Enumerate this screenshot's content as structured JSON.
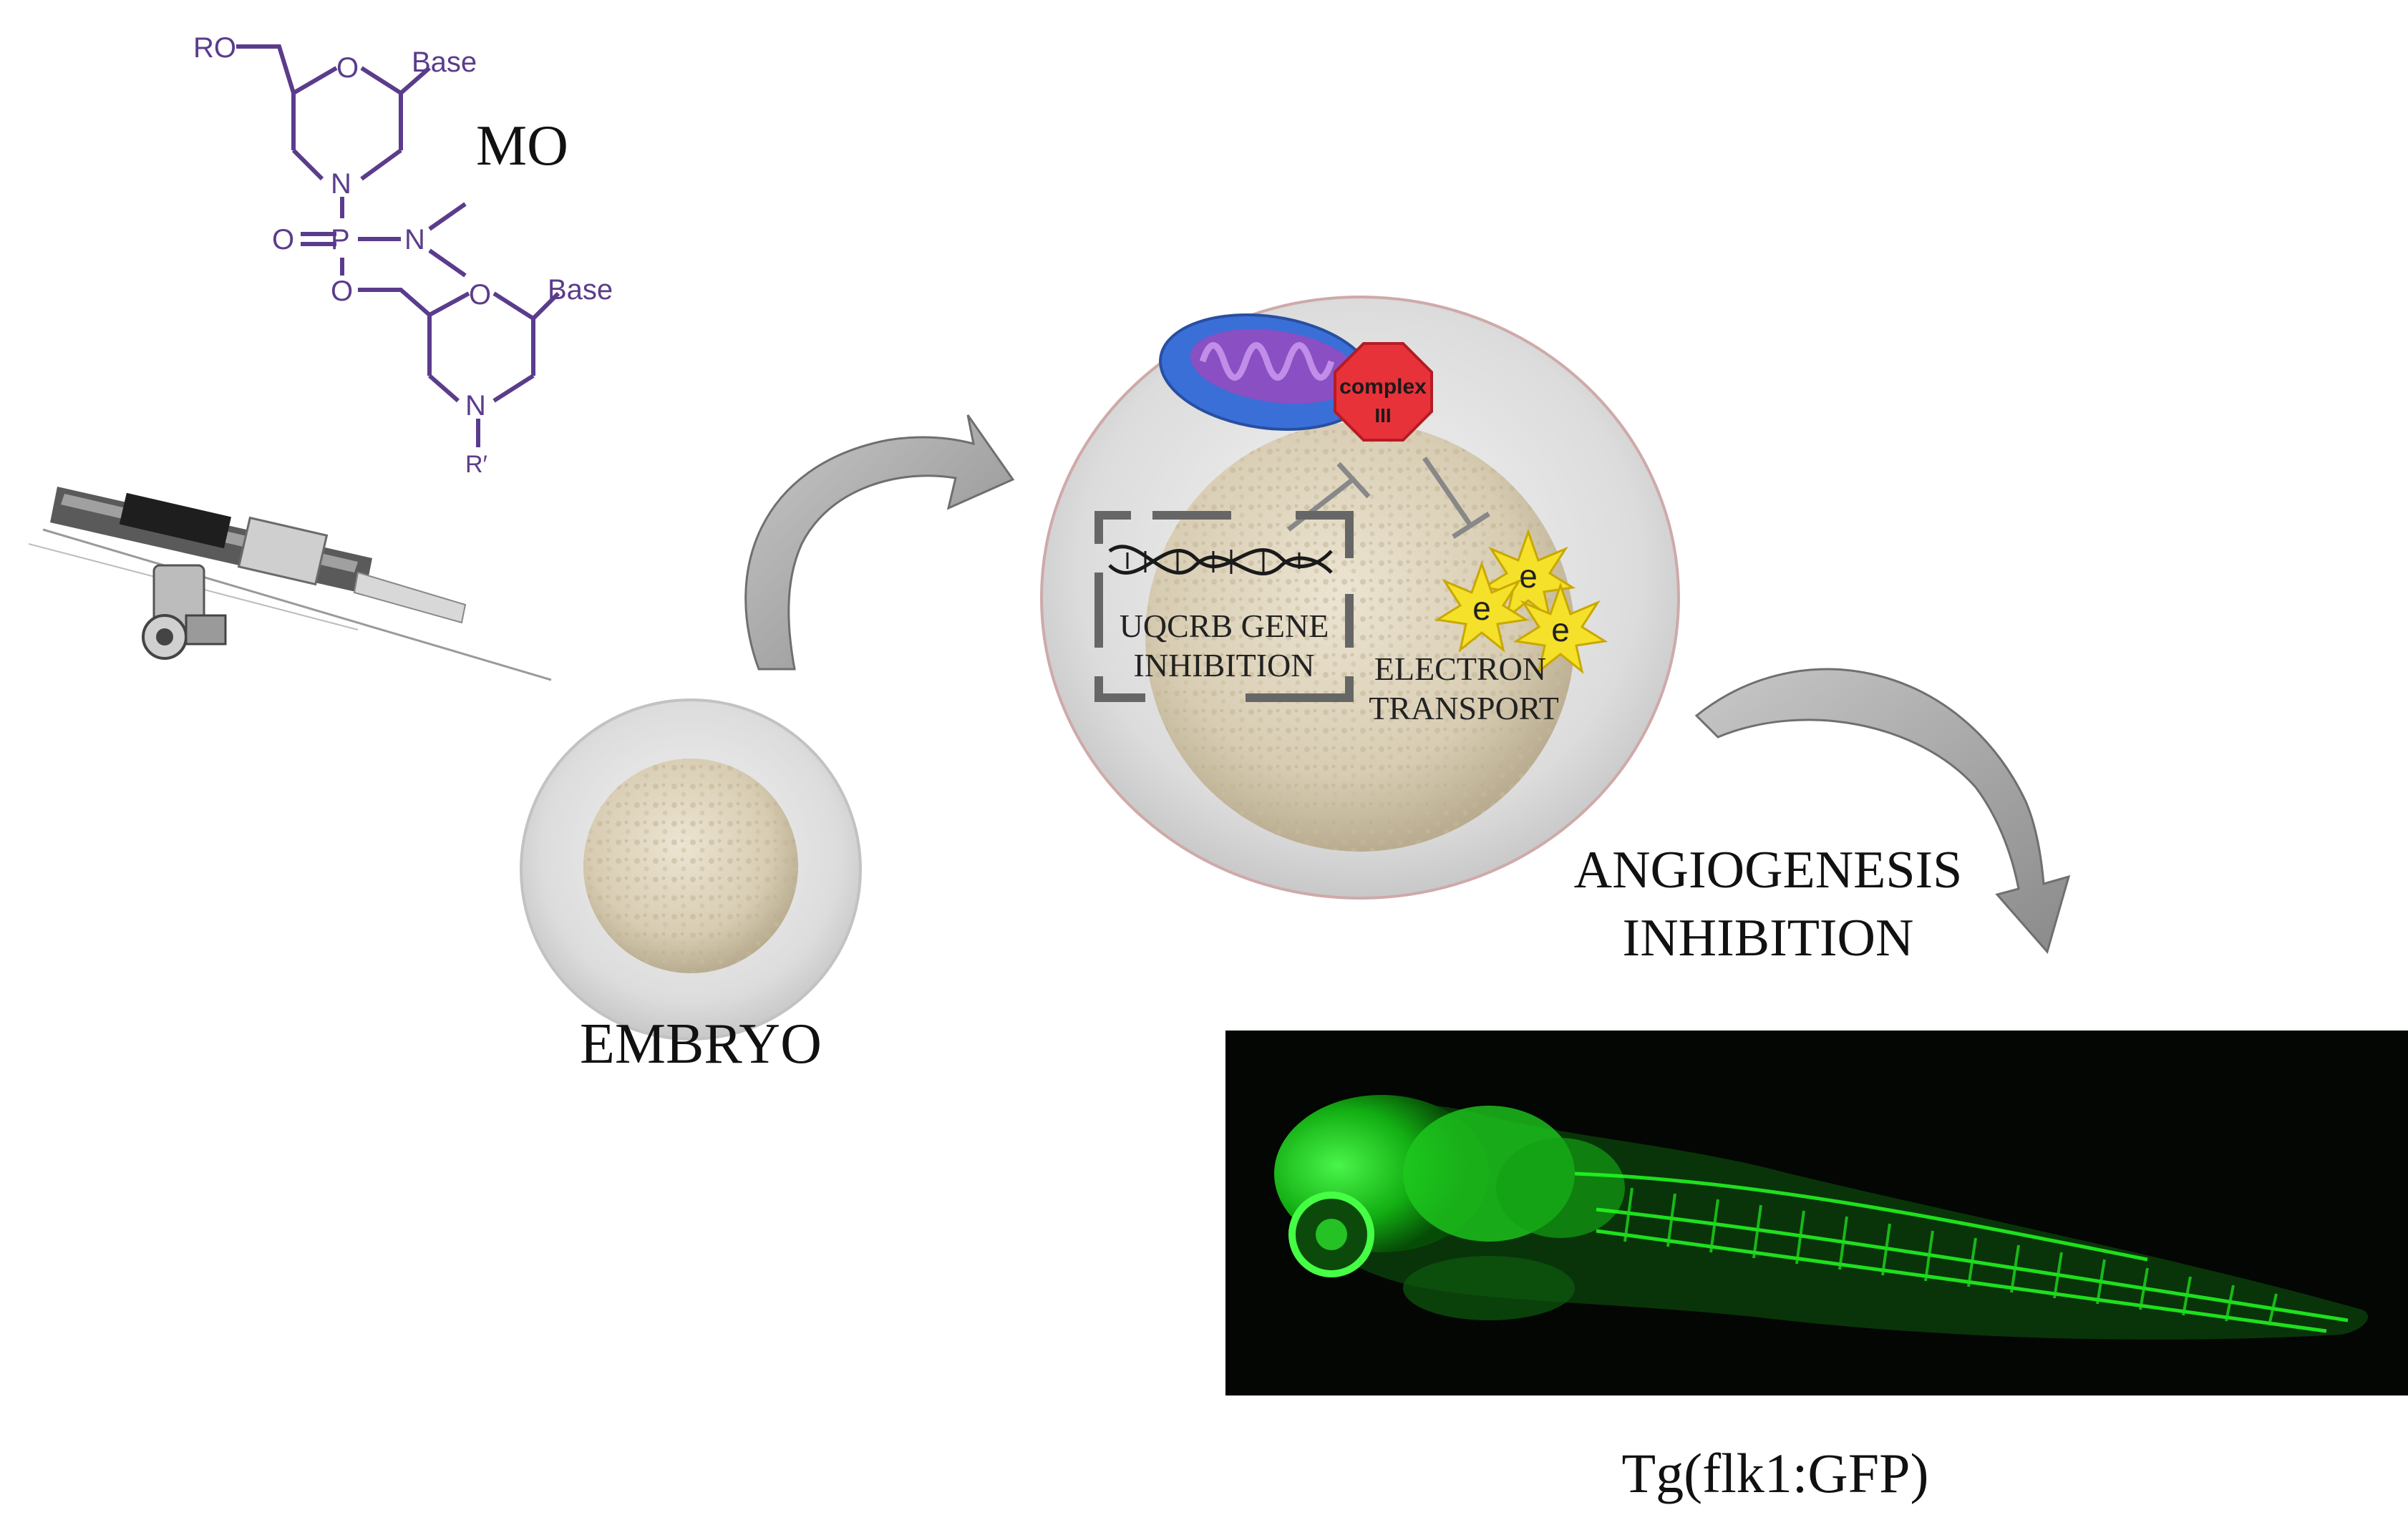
{
  "molecule": {
    "label": "MO",
    "atoms": {
      "ro": "RO",
      "base_top": "Base",
      "base_bottom": "Base",
      "o_ring_top": "O",
      "o_ring_bottom": "O",
      "n_top": "N",
      "n_bottom": "N",
      "p": "P",
      "o_double": "O",
      "n_dimethyl": "N",
      "o_link": "O",
      "r_prime": "R′"
    },
    "color": "#5b3c8c"
  },
  "embryo": {
    "label": "EMBRYO"
  },
  "cell": {
    "complex_label_line1": "complex",
    "complex_label_line2": "III",
    "gene_label_line1": "UQCRB GENE",
    "gene_label_line2": "INHIBITION",
    "electron_label_line1": "ELECTRON",
    "electron_label_line2": "TRANSPORT",
    "electron_symbol": "e"
  },
  "result": {
    "label_line1": "ANGIOGENESIS",
    "label_line2": "INHIBITION"
  },
  "fish": {
    "caption": "Tg(flk1:GFP)",
    "fluorescence_color": "#22ff22"
  }
}
